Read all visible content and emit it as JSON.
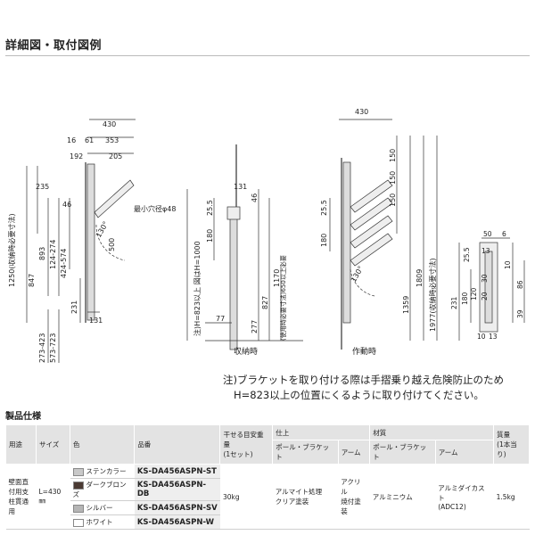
{
  "heading": "詳細図・取付図例",
  "note": {
    "line1": "注)ブラケットを取り付ける際は手摺乗り越え危険防止のため",
    "line2": "H=823以上の位置にくるように取り付けてください。"
  },
  "spec_title": "製品仕様",
  "table": {
    "headers": [
      "用途",
      "サイズ",
      "色",
      "品番",
      "干せる目安重量\n(1セット)",
      "仕上",
      "",
      "材質",
      "",
      "質量\n(1本当り)"
    ],
    "subheaders": [
      "ポール・ブラケット",
      "アーム",
      "ポール・ブラケット",
      "アーム"
    ],
    "usage": "壁面直付用支柱貫通用",
    "size": "L=430㎜",
    "rows": [
      {
        "color": "ステンカラー",
        "swatch": "#c8c8c8",
        "model": "KS-DA456ASPN-ST"
      },
      {
        "color": "ダークブロンズ",
        "swatch": "#4a3a33",
        "model": "KS-DA456ASPN-DB"
      },
      {
        "color": "シルバー",
        "swatch": "#b5b5b5",
        "model": "KS-DA456ASPN-SV"
      },
      {
        "color": "ホワイト",
        "swatch": "#ffffff",
        "model": "KS-DA456ASPN-W"
      }
    ],
    "load": "30kg",
    "finish_pole": "アルマイト処理\nクリア塗装",
    "finish_arm": "アクリル\n焼付塗装",
    "material_pole": "アルミニウム",
    "material_arm": "アルミダイカスト\n(ADC12)",
    "weight": "1.5kg"
  },
  "dims": {
    "left": [
      "430",
      "16",
      "61",
      "353",
      "192",
      "205",
      "235",
      "46",
      "1250(収納時必要寸法)",
      "893",
      "847",
      "124-274",
      "424-574",
      "231",
      "131",
      "273-423",
      "573-723",
      "130°",
      "500"
    ],
    "hole": "最小穴径φ48",
    "center": [
      "131",
      "46",
      "25.5",
      "180",
      "1170",
      "827",
      "77",
      "277",
      "注)H=823以上 図はH=1000",
      "(使用時必要寸法)650以上必要"
    ],
    "center_caption": "収納時",
    "right": [
      "430",
      "150",
      "150",
      "150",
      "25.5",
      "180",
      "1359",
      "1809",
      "1977(収納時必要寸法)",
      "130°"
    ],
    "right_caption": "作動時",
    "detail": [
      "50",
      "6",
      "25.5",
      "13",
      "10",
      "86",
      "231",
      "180",
      "120",
      "30",
      "20",
      "39",
      "10",
      "13"
    ]
  }
}
